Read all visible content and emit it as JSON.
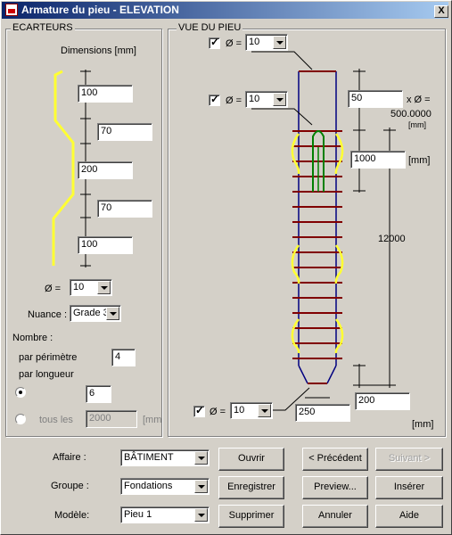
{
  "window": {
    "title": "Armature du pieu - ELEVATION",
    "close": "X"
  },
  "ecarteurs": {
    "group_label": "ECARTEURS",
    "dimensions_label": "Dimensions [mm]",
    "dims": [
      "100",
      "70",
      "200",
      "70",
      "100"
    ],
    "phi_label": "Ø =",
    "phi_value": "10",
    "nuance_label": "Nuance :",
    "nuance_value": "Grade 3",
    "nombre_label": "Nombre :",
    "perimetre_label": "par périmètre",
    "perimetre_value": "4",
    "longueur_label": "par longueur",
    "longueur_value": "6",
    "tous_les_label": "tous les",
    "tous_les_value": "2000",
    "tous_les_unit": "[mm"
  },
  "vue": {
    "group_label": "VUE DU PIEU",
    "phi_label": "Ø =",
    "top_phi": "10",
    "mid_phi": "10",
    "bottom_phi": "10",
    "top_len": "50",
    "x_phi_label": "x Ø =",
    "x_phi_value": "500.0000",
    "mm_small": "[mm]",
    "mid_len": "1000",
    "mid_unit": "[mm]",
    "total_len": "12000",
    "bottom_len": "200",
    "bottom_width": "250",
    "unit": "[mm]"
  },
  "footer": {
    "affaire_label": "Affaire :",
    "affaire_value": "BÂTIMENT",
    "groupe_label": "Groupe :",
    "groupe_value": "Fondations",
    "modele_label": "Modèle:",
    "modele_value": "Pieu 1",
    "buttons": {
      "ouvrir": "Ouvrir",
      "enregistrer": "Enregistrer",
      "supprimer": "Supprimer",
      "precedent": "< Précédent",
      "suivant": "Suivant >",
      "preview": "Preview...",
      "inserer": "Insérer",
      "annuler": "Annuler",
      "aide": "Aide"
    }
  },
  "colors": {
    "spacer": "#ffff33",
    "pile_outline": "#000080",
    "stirrup": "#800000",
    "hook": "#008000"
  }
}
